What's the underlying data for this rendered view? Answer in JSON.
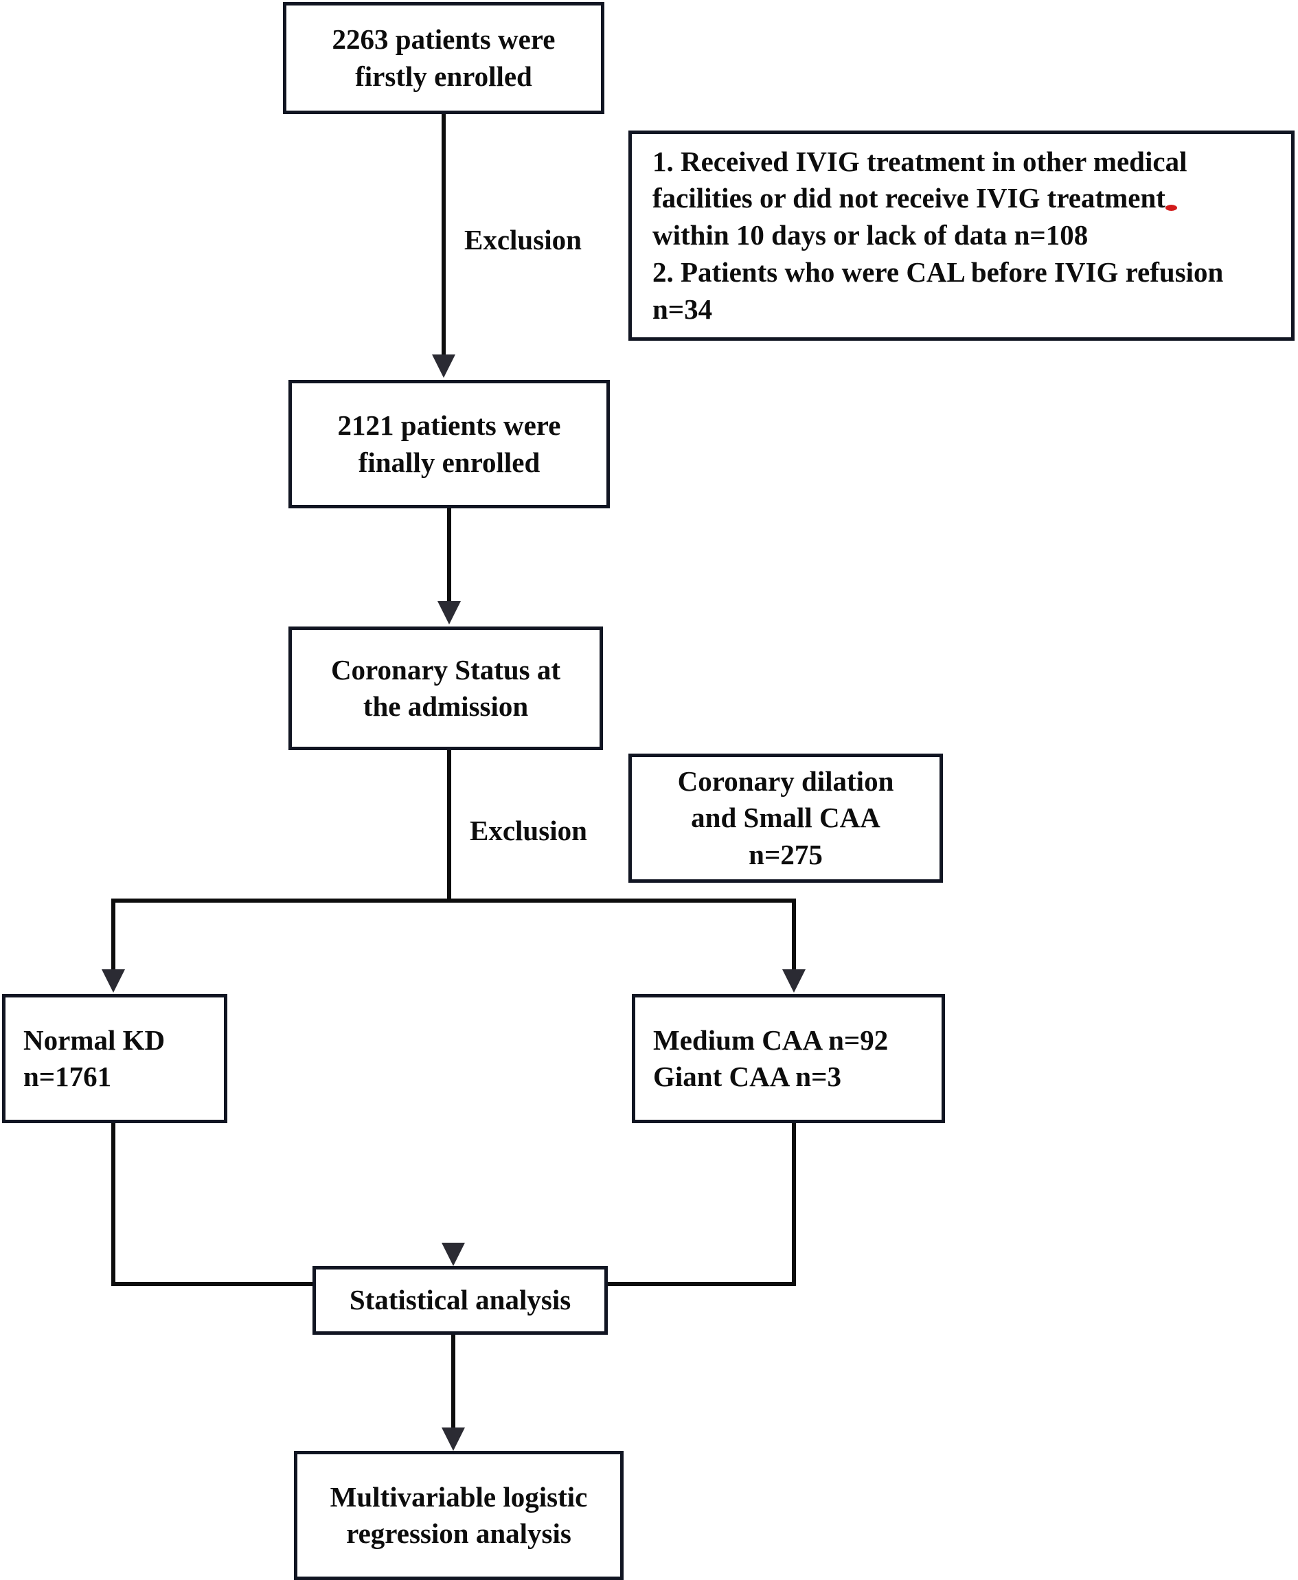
{
  "diagram": {
    "title": "Patient enrollment and coronary status flow diagram",
    "stroke_color": "#111522",
    "text_color": "#0d0d0d",
    "background_color": "#ffffff",
    "accent_mark_color": "#d21b1b",
    "nodes": [
      {
        "id": "enrolled-first",
        "lines": [
          "2263 patients were",
          "firstly enrolled"
        ]
      },
      {
        "id": "exclusion-box-1",
        "lines": [
          "1. Received IVIG treatment in other medical",
          "facilities or did not receive IVIG treatment",
          "within 10 days or lack of data n=108",
          "2. Patients who were CAL before IVIG refusion",
          "n=34"
        ]
      },
      {
        "id": "enrolled-final",
        "lines": [
          "2121 patients were",
          "finally enrolled"
        ]
      },
      {
        "id": "coronary-status",
        "lines": [
          "Coronary Status at",
          "the admission"
        ]
      },
      {
        "id": "coronary-dilation",
        "lines": [
          "Coronary dilation",
          "and Small CAA",
          "n=275"
        ]
      },
      {
        "id": "normal-kd",
        "lines": [
          "Normal KD",
          "n=1761"
        ]
      },
      {
        "id": "caa",
        "lines": [
          "Medium CAA n=92",
          "Giant CAA n=3"
        ]
      },
      {
        "id": "statistical",
        "lines": [
          "Statistical analysis"
        ]
      },
      {
        "id": "multivariable",
        "lines": [
          "Multivariable logistic",
          "regression analysis"
        ]
      }
    ],
    "edge_labels": {
      "exclusion_1": "Exclusion",
      "exclusion_2": "Exclusion"
    }
  }
}
